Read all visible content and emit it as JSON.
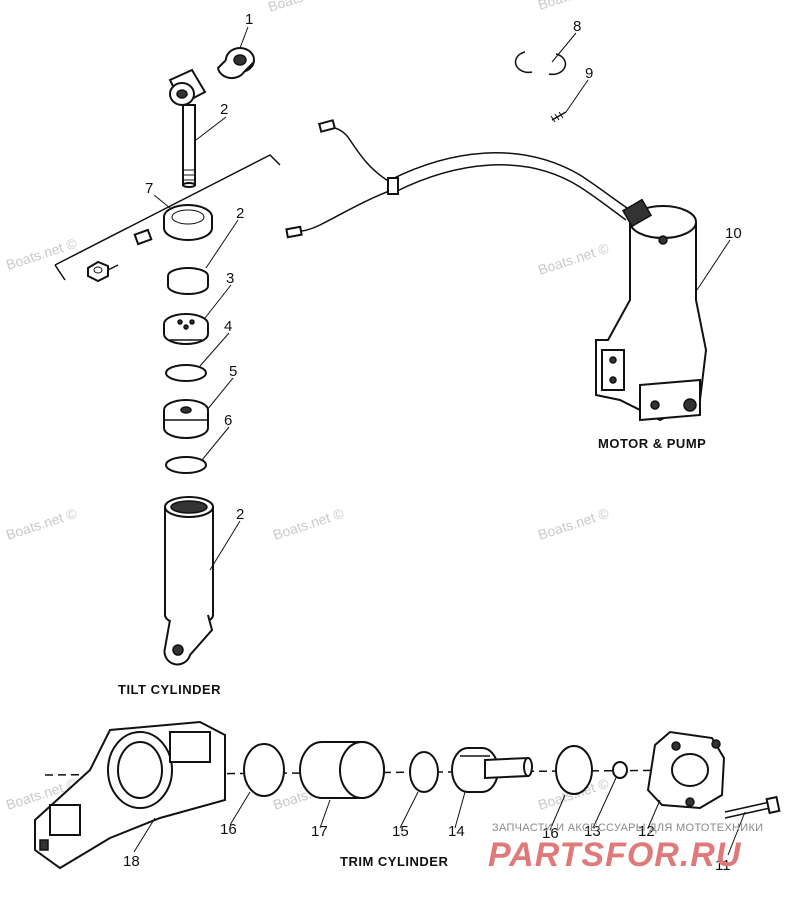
{
  "callouts": {
    "c1": "1",
    "c2a": "2",
    "c7": "7",
    "c2b": "2",
    "c3": "3",
    "c4": "4",
    "c5": "5",
    "c6": "6",
    "c2c": "2",
    "c8": "8",
    "c9": "9",
    "c10": "10",
    "c18": "18",
    "c16a": "16",
    "c17": "17",
    "c15": "15",
    "c14": "14",
    "c16b": "16",
    "c13": "13",
    "c12": "12",
    "c11": "11"
  },
  "captions": {
    "motor_pump": "MOTOR & PUMP",
    "tilt_cylinder": "TILT CYLINDER",
    "trim_cylinder": "TRIM CYLINDER"
  },
  "watermarks": {
    "text": "Boats.net ©"
  },
  "brand": {
    "tagline": "ЗАПЧАСТИ И АКСЕССУАРЫ ДЛЯ МОТОТЕХНИКИ",
    "logo": "PARTSFOR.RU"
  }
}
